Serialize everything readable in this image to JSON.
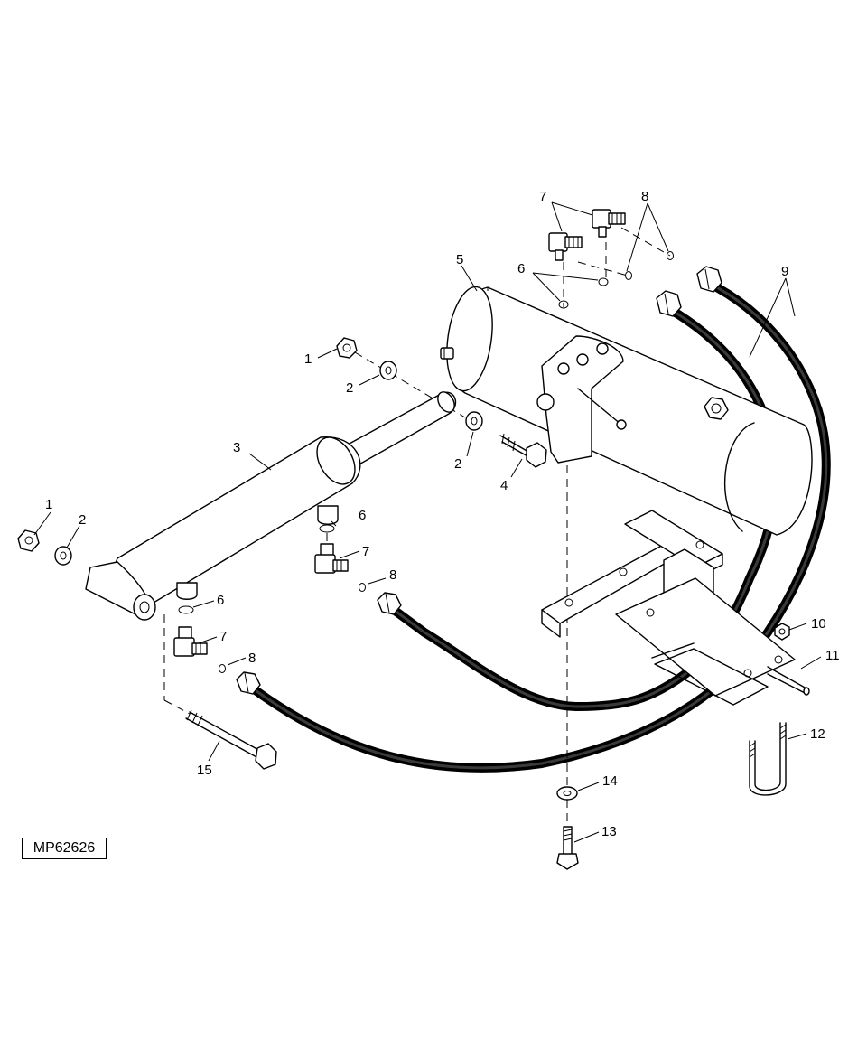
{
  "drawing_id": "MP62626",
  "callouts": {
    "c1a": "1",
    "c1b": "1",
    "c2a": "2",
    "c2b": "2",
    "c2c": "2",
    "c3": "3",
    "c4": "4",
    "c5": "5",
    "c6a": "6",
    "c6b": "6",
    "c6c": "6",
    "c7a": "7",
    "c7b": "7",
    "c7c": "7",
    "c8a": "8",
    "c8b": "8",
    "c8c": "8",
    "c9": "9",
    "c10": "10",
    "c11": "11",
    "c12": "12",
    "c13": "13",
    "c14": "14",
    "c15": "15"
  }
}
